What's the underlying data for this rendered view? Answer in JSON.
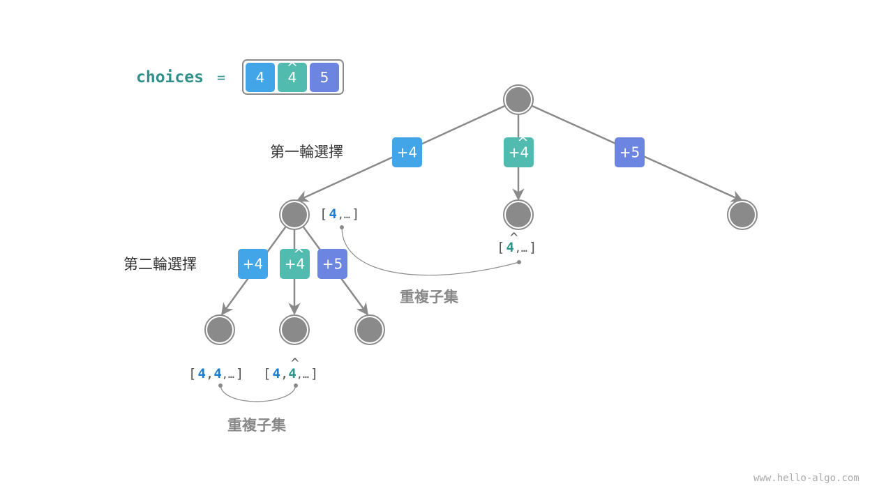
{
  "colors": {
    "blue": "#42a5e8",
    "teal": "#52bbaf",
    "purple": "#6c85e0",
    "node": "#8a8a8a",
    "edge": "#8a8a8a",
    "code_teal": "#32908a",
    "subset_blue": "#1a7dd1",
    "subset_teal": "#2e948a"
  },
  "choices": {
    "name": "choices",
    "equals": "=",
    "items": [
      {
        "label": "4",
        "hat": false,
        "color": "blue"
      },
      {
        "label": "4",
        "hat": true,
        "color": "teal"
      },
      {
        "label": "5",
        "hat": false,
        "color": "purple"
      }
    ]
  },
  "round_labels": {
    "first": "第一輪選擇",
    "second": "第二輪選擇"
  },
  "first_round_choices": [
    {
      "label": "+4",
      "hat": false,
      "color": "blue"
    },
    {
      "label": "+4",
      "hat": true,
      "color": "teal"
    },
    {
      "label": "+5",
      "hat": false,
      "color": "purple"
    }
  ],
  "second_round_choices": [
    {
      "label": "+4",
      "hat": false,
      "color": "blue"
    },
    {
      "label": "+4",
      "hat": true,
      "color": "teal"
    },
    {
      "label": "+5",
      "hat": false,
      "color": "purple"
    }
  ],
  "subsets": {
    "left_level1": {
      "open": "[",
      "first": "4",
      "first_hat": false,
      "rest": ",…",
      "close": "]"
    },
    "mid_level1": {
      "open": "[",
      "first": "4",
      "first_hat": true,
      "rest": ",…",
      "close": "]"
    },
    "leaf_a": {
      "open": "[",
      "first": "4",
      "second": "4",
      "second_hat": false,
      "rest": ",…",
      "close": "]"
    },
    "leaf_b": {
      "open": "[",
      "first": "4",
      "second": "4",
      "second_hat": true,
      "rest": ",…",
      "close": "]"
    }
  },
  "duplicate_labels": {
    "upper": "重複子集",
    "lower": "重複子集"
  },
  "footer": "www.hello-algo.com"
}
